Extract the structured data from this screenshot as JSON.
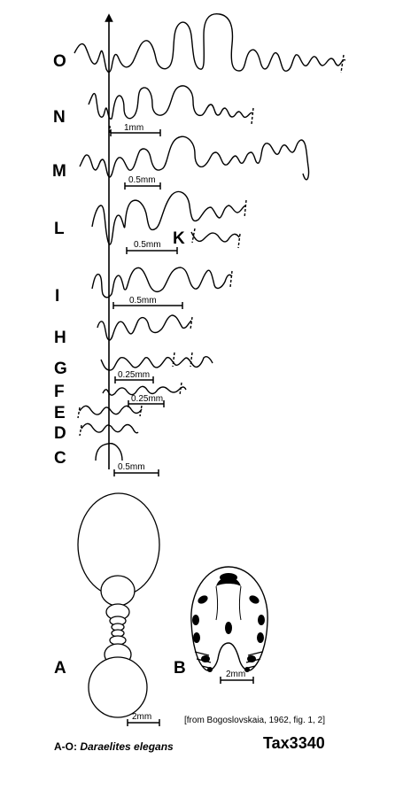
{
  "labels": {
    "O": "O",
    "N": "N",
    "M": "M",
    "L": "L",
    "K": "K",
    "I": "I",
    "H": "H",
    "G": "G",
    "F": "F",
    "E": "E",
    "D": "D",
    "C": "C",
    "A": "A",
    "B": "B"
  },
  "scales": {
    "N": "1mm",
    "M": "0.5mm",
    "L": "0.5mm",
    "I": "0.5mm",
    "G": "0.25mm",
    "F": "0.25mm",
    "C": "0.5mm",
    "A": "2mm",
    "B": "2mm"
  },
  "source": "[from Bogoslovskaia, 1962, fig. 1, 2]",
  "species_prefix": "A-O: ",
  "species_name": "Daraelites elegans",
  "tax_id": "Tax3340",
  "colors": {
    "ink": "#000000",
    "background": "#ffffff"
  }
}
